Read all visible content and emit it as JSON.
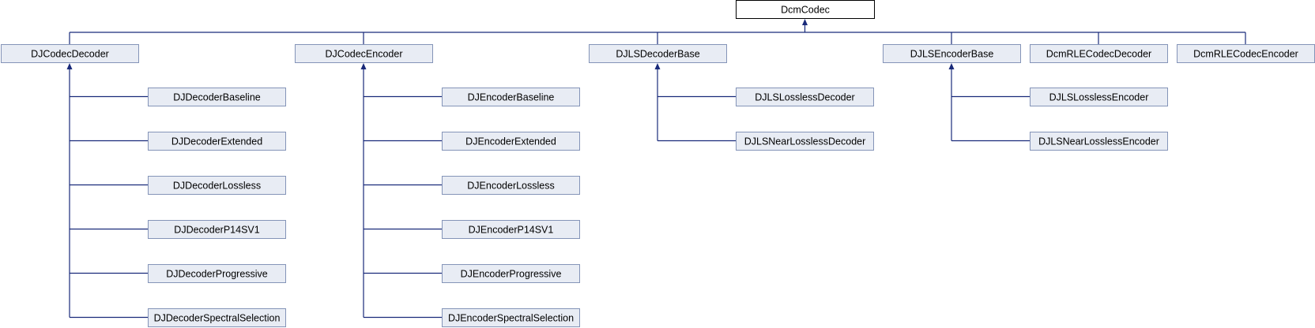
{
  "diagram": {
    "root": "DcmCodec",
    "groups": [
      {
        "id": "cdec",
        "base": "DJCodecDecoder",
        "children": [
          "DJDecoderBaseline",
          "DJDecoderExtended",
          "DJDecoderLossless",
          "DJDecoderP14SV1",
          "DJDecoderProgressive",
          "DJDecoderSpectralSelection"
        ]
      },
      {
        "id": "cenc",
        "base": "DJCodecEncoder",
        "children": [
          "DJEncoderBaseline",
          "DJEncoderExtended",
          "DJEncoderLossless",
          "DJEncoderP14SV1",
          "DJEncoderProgressive",
          "DJEncoderSpectralSelection"
        ]
      },
      {
        "id": "lsdec",
        "base": "DJLSDecoderBase",
        "children": [
          "DJLSLosslessDecoder",
          "DJLSNearLosslessDecoder"
        ]
      },
      {
        "id": "lsenc",
        "base": "DJLSEncoderBase",
        "children": [
          "DJLSLosslessEncoder",
          "DJLSNearLosslessEncoder"
        ]
      },
      {
        "id": "rledec",
        "base": "DcmRLECodecDecoder",
        "children": []
      },
      {
        "id": "rleenc",
        "base": "DcmRLECodecEncoder",
        "children": []
      }
    ],
    "colors": {
      "node_fill": "#e8ecf4",
      "node_border": "#8494b8",
      "edge": "#192a7a",
      "root_fill": "#ffffff",
      "root_border": "#000000"
    }
  }
}
